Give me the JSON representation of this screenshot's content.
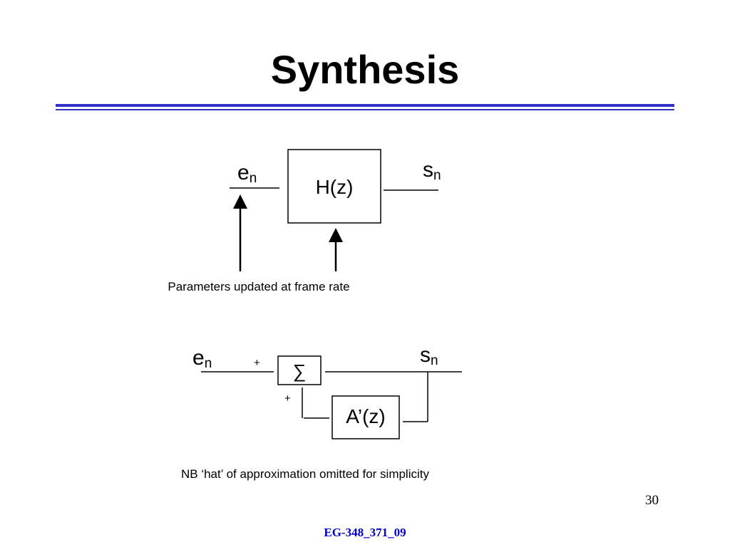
{
  "slide": {
    "title": "Synthesis",
    "page_number": "30",
    "footer": "EG-348_371_09"
  },
  "diagram_top": {
    "input_label": "e",
    "input_subscript": "n",
    "output_label": "s",
    "output_subscript": "n",
    "filter_label": "H(z)",
    "caption": "Parameters updated at frame rate"
  },
  "diagram_bottom": {
    "input_label": "e",
    "input_subscript": "n",
    "output_label": "s",
    "output_subscript": "n",
    "sum_symbol": "∑",
    "sign_top": "+",
    "sign_left": "+",
    "filter_label": "A’(z)",
    "note": "NB ‘hat’ of approximation omitted for simplicity"
  },
  "colors": {
    "rule": "#3333cc",
    "footer": "#0000cc",
    "ink": "#000000"
  }
}
